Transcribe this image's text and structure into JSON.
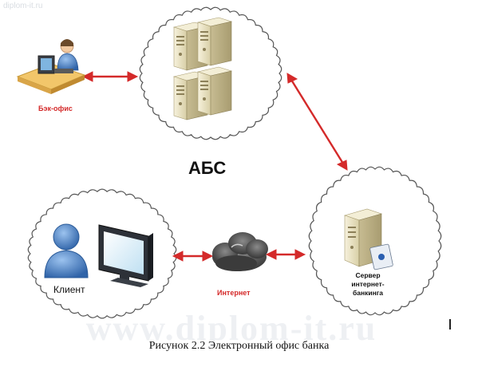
{
  "watermark": {
    "top_text": "diplom-it.ru",
    "big_text": "www.diplom-it.ru"
  },
  "labels": {
    "back_office": "Бэк-офис",
    "abs": "АБС",
    "client": "Клиент",
    "internet": "Интернет",
    "server_line1": "Сервер",
    "server_line2": "интернет-",
    "server_line3": "банкинга"
  },
  "caption": "Рисунок 2.2 Электронный офис банка",
  "colors": {
    "arrow": "#d42a2a",
    "server_body": "#e9e2c4",
    "server_shadow": "#b9ae86",
    "person": "#4a7fc0",
    "cloud_outline": "#555555"
  }
}
